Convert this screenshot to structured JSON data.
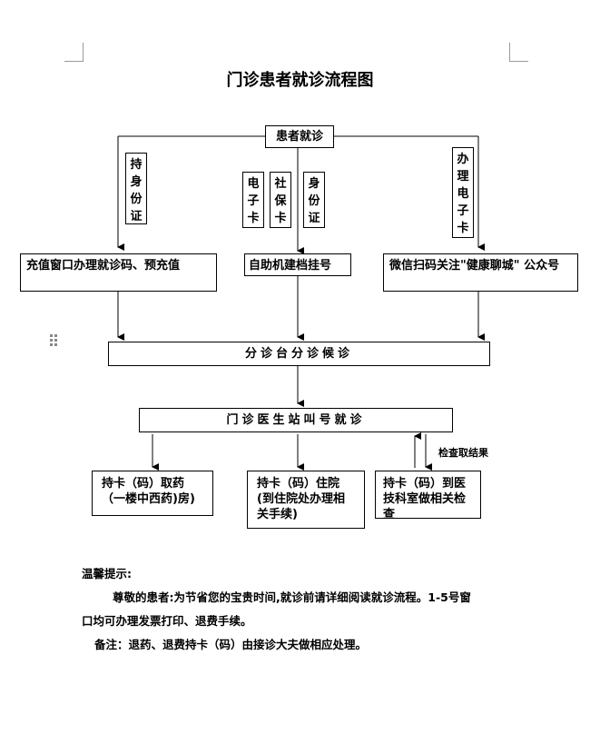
{
  "title": "门诊患者就诊流程图",
  "start_node": "患者就诊",
  "labels": {
    "id_card": "持身份证",
    "e_card": "电子卡",
    "social_card": "社保卡",
    "id_card2": "身份证",
    "e_card2": "办理电子卡"
  },
  "stage1": {
    "left": "充值窗口办理就诊码、预充值",
    "middle": "自助机建档挂号",
    "right": "微信扫码关注\"健康聊城\" 公众号"
  },
  "triage": "分诊台分诊候诊",
  "doctor": "门诊医生站叫号就诊",
  "outcomes": {
    "pharmacy": "持卡（码）取药（一楼中西药)房)",
    "inpatient": "持卡（码）住院(到住院处办理相关手续)",
    "tech": "持卡（码）到医技科室做相关检查"
  },
  "check_result": "检查取结果",
  "tips": {
    "heading": "温馨提示:",
    "line1": "尊敬的患者:为节省您的宝贵时间,就诊前请详细阅读就诊流程。1-5号窗",
    "line2": "口均可办理发票打印、退费手续。",
    "line3": "备注：退药、退费持卡（码）由接诊大夫做相应处理。"
  }
}
